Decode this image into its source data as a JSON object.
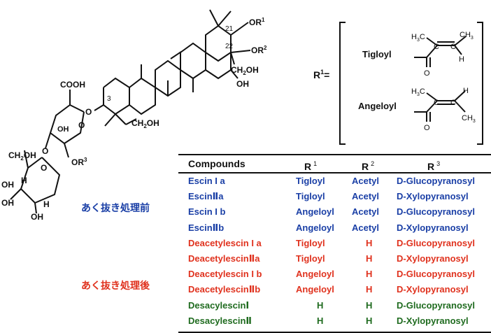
{
  "structure": {
    "labels": {
      "or1": "OR",
      "or1_sup": "1",
      "or2": "OR",
      "or2_sup": "2",
      "or3": "OR",
      "or3_sup": "3",
      "c21": "21",
      "c22": "22",
      "c3": "3",
      "oh1": "OH",
      "oh2": "OH",
      "oh3": "OH",
      "oh4": "OH",
      "oh5": "OH",
      "ch2oh1": "CH",
      "ch2oh1_sub": "2",
      "ch2oh1_tail": "OH",
      "ch2oh2": "CH",
      "ch2oh2_sub": "2",
      "ch2oh2_tail": "OH",
      "ch2oh3": "CH",
      "ch2oh3_sub": "2",
      "ch2oh3_tail": "OH",
      "cooh": "COOH",
      "o_link1": "O",
      "o_link2": "O",
      "o_ring1": "O",
      "o_ring2": "O",
      "h1": "H",
      "h2": "H"
    },
    "r1_definition": {
      "label": "R",
      "label_sup": "1",
      "equals": "=",
      "tigloyl": {
        "name": "Tigloyl",
        "h3c": "H",
        "h3c_sub": "3",
        "h3c_c": "C",
        "ch3": "CH",
        "ch3_sub": "3",
        "c1": "C",
        "c2": "C",
        "h": "H",
        "o": "O"
      },
      "angeloyl": {
        "name": "Angeloyl",
        "h3c": "H",
        "h3c_sub": "3",
        "h3c_c": "C",
        "h": "H",
        "c1": "C",
        "c2": "C",
        "ch3": "CH",
        "ch3_sub": "3",
        "o": "O"
      }
    }
  },
  "table": {
    "headers": {
      "compounds": "Compounds",
      "r1": "R",
      "r1_sup": "1",
      "r2": "R",
      "r2_sup": "2",
      "r3": "R",
      "r3_sup": "3"
    },
    "rows": [
      {
        "compound": "Escin I a",
        "r1": "Tigloyl",
        "r2": "Acetyl",
        "r3": "D-Glucopyranosyl",
        "color": "#1a3fa6"
      },
      {
        "compound": "EscinⅡa",
        "r1": "Tigloyl",
        "r2": "Acetyl",
        "r3": "D-Xylopyranosyl",
        "color": "#1a3fa6"
      },
      {
        "compound": "Escin I b",
        "r1": "Angeloyl",
        "r2": "Acetyl",
        "r3": "D-Glucopyranosyl",
        "color": "#1a3fa6"
      },
      {
        "compound": "EscinⅡb",
        "r1": "Angeloyl",
        "r2": "Acetyl",
        "r3": "D-Xylopyranosyl",
        "color": "#1a3fa6"
      },
      {
        "compound": "Deacetylescin I a",
        "r1": "Tigloyl",
        "r2": "H",
        "r3": "D-Glucopyranosyl",
        "color": "#e0321e"
      },
      {
        "compound": "DeacetylescinⅡa",
        "r1": "Tigloyl",
        "r2": "H",
        "r3": "D-Xylopyranosyl",
        "color": "#e0321e"
      },
      {
        "compound": "Deacetylescin I b",
        "r1": "Angeloyl",
        "r2": "H",
        "r3": "D-Glucopyranosyl",
        "color": "#e0321e"
      },
      {
        "compound": "DeacetylescinⅡb",
        "r1": "Angeloyl",
        "r2": "H",
        "r3": "D-Xylopyranosyl",
        "color": "#e0321e"
      },
      {
        "compound": "DesacylescinⅠ",
        "r1": "H",
        "r2": "H",
        "r3": "D-Glucopyranosyl",
        "color": "#1f6b1f"
      },
      {
        "compound": "DesacylescinⅡ",
        "r1": "H",
        "r2": "H",
        "r3": "D-Xylopyranosyl",
        "color": "#1f6b1f"
      }
    ]
  },
  "group_labels": {
    "before": {
      "text": "あく抜き処理前",
      "color": "#1a3fa6"
    },
    "after": {
      "text": "あく抜き処理後",
      "color": "#e0321e"
    }
  }
}
